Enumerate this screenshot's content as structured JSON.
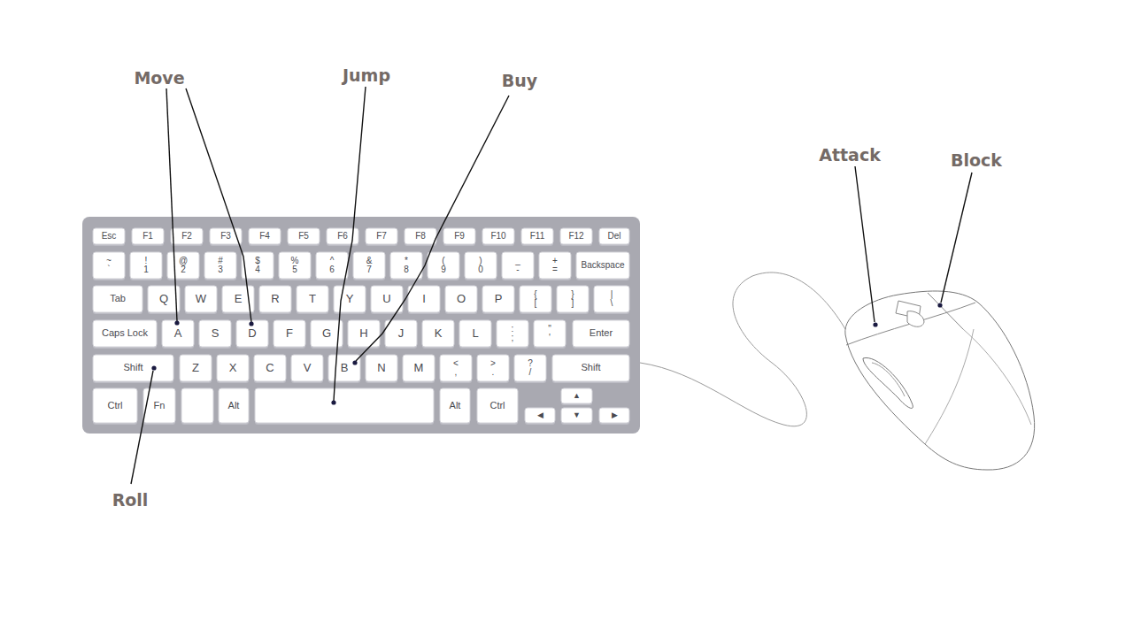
{
  "diagram": {
    "nodes": [
      {
        "text": [
          "Esc"
        ]
      },
      {
        "text": [
          "F1"
        ]
      },
      {
        "text": [
          "F2"
        ]
      },
      {
        "text": [
          "F3"
        ]
      },
      {
        "text": [
          "F4"
        ]
      },
      {
        "text": [
          "F5"
        ]
      },
      {
        "text": [
          "F6"
        ]
      },
      {
        "text": [
          "F7"
        ]
      },
      {
        "text": [
          "F8"
        ]
      },
      {
        "text": [
          "F9"
        ]
      },
      {
        "text": [
          "F10"
        ]
      },
      {
        "text": [
          "F11"
        ]
      },
      {
        "text": [
          "F12"
        ]
      },
      {
        "text": [
          "Del"
        ]
      },
      {
        "text": [
          "~",
          "`"
        ]
      },
      {
        "text": [
          "!",
          "1"
        ]
      },
      {
        "text": [
          "@",
          "2"
        ]
      },
      {
        "text": [
          "#",
          "3"
        ]
      },
      {
        "text": [
          "$",
          "4"
        ]
      },
      {
        "text": [
          "%",
          "5"
        ]
      },
      {
        "text": [
          "^",
          "6"
        ]
      },
      {
        "text": [
          "&",
          "7"
        ]
      },
      {
        "text": [
          "*",
          "8"
        ]
      },
      {
        "text": [
          "(",
          "9"
        ]
      },
      {
        "text": [
          ")",
          "0"
        ]
      },
      {
        "text": [
          "_",
          "-"
        ]
      },
      {
        "text": [
          "+",
          "="
        ]
      },
      {
        "text": [
          "Backspace"
        ]
      },
      {
        "text": [
          "Tab"
        ]
      },
      {
        "text": [
          "Q"
        ]
      },
      {
        "text": [
          "W"
        ]
      },
      {
        "text": [
          "E"
        ]
      },
      {
        "text": [
          "R"
        ]
      },
      {
        "text": [
          "T"
        ]
      },
      {
        "text": [
          "Y"
        ]
      },
      {
        "text": [
          "U"
        ]
      },
      {
        "text": [
          "I"
        ]
      },
      {
        "text": [
          "O"
        ]
      },
      {
        "text": [
          "P"
        ]
      },
      {
        "text": [
          "{",
          "["
        ]
      },
      {
        "text": [
          "}",
          "]"
        ]
      },
      {
        "text": [
          "|",
          "\\"
        ]
      },
      {
        "text": [
          "Caps Lock"
        ]
      },
      {
        "text": [
          "A"
        ]
      },
      {
        "text": [
          "S"
        ]
      },
      {
        "text": [
          "D"
        ]
      },
      {
        "text": [
          "F"
        ]
      },
      {
        "text": [
          "G"
        ]
      },
      {
        "text": [
          "H"
        ]
      },
      {
        "text": [
          "J"
        ]
      },
      {
        "text": [
          "K"
        ]
      },
      {
        "text": [
          "L"
        ]
      },
      {
        "text": [
          ":",
          ";"
        ]
      },
      {
        "text": [
          "\"",
          "'"
        ]
      },
      {
        "text": [
          "Enter"
        ]
      },
      {
        "text": [
          "Shift"
        ]
      },
      {
        "text": [
          "Z"
        ]
      },
      {
        "text": [
          "X"
        ]
      },
      {
        "text": [
          "C"
        ]
      },
      {
        "text": [
          "V"
        ]
      },
      {
        "text": [
          "B"
        ]
      },
      {
        "text": [
          "N"
        ]
      },
      {
        "text": [
          "M"
        ]
      },
      {
        "text": [
          "<",
          ","
        ]
      },
      {
        "text": [
          ">",
          "."
        ]
      },
      {
        "text": [
          "?",
          "/"
        ]
      },
      {
        "text": [
          "Shift"
        ]
      },
      {
        "text": [
          "Ctrl"
        ]
      },
      {
        "text": [
          "Fn"
        ]
      },
      {
        "text": [
          "Alt"
        ]
      },
      {
        "text": [
          "Alt"
        ]
      },
      {
        "text": [
          "Ctrl"
        ]
      },
      {
        "text": [
          "▲"
        ]
      },
      {
        "text": [
          "◀"
        ]
      },
      {
        "text": [
          "▼"
        ]
      },
      {
        "text": [
          "▶"
        ]
      }
    ],
    "labels": [
      "Move",
      "Jump",
      "Buy",
      "Attack",
      "Block",
      "Roll"
    ]
  }
}
